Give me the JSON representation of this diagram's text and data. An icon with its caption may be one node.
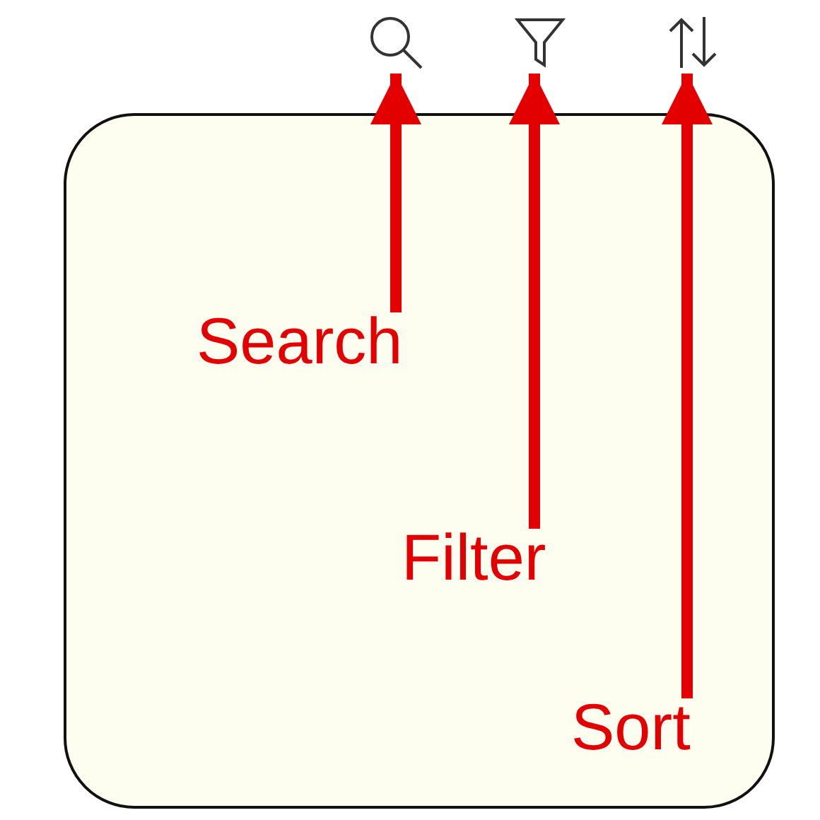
{
  "diagram": {
    "nodes": [
      {
        "text": [],
        "shape": "magnifier"
      },
      {
        "text": [],
        "shape": "funnel"
      },
      {
        "text": [],
        "shape": "arrows"
      },
      {
        "text": [],
        "shape": "box"
      },
      {
        "text": [
          "Search"
        ],
        "in": 3
      },
      {
        "text": [
          "Filter"
        ],
        "in": 3
      },
      {
        "text": [
          "Sort"
        ],
        "in": 3
      }
    ],
    "edges": [
      {
        "from": 4,
        "to": 0,
        "arrow": "to"
      },
      {
        "from": 5,
        "to": 1,
        "arrow": "to"
      },
      {
        "from": 6,
        "to": 2,
        "arrow": "to"
      }
    ]
  }
}
